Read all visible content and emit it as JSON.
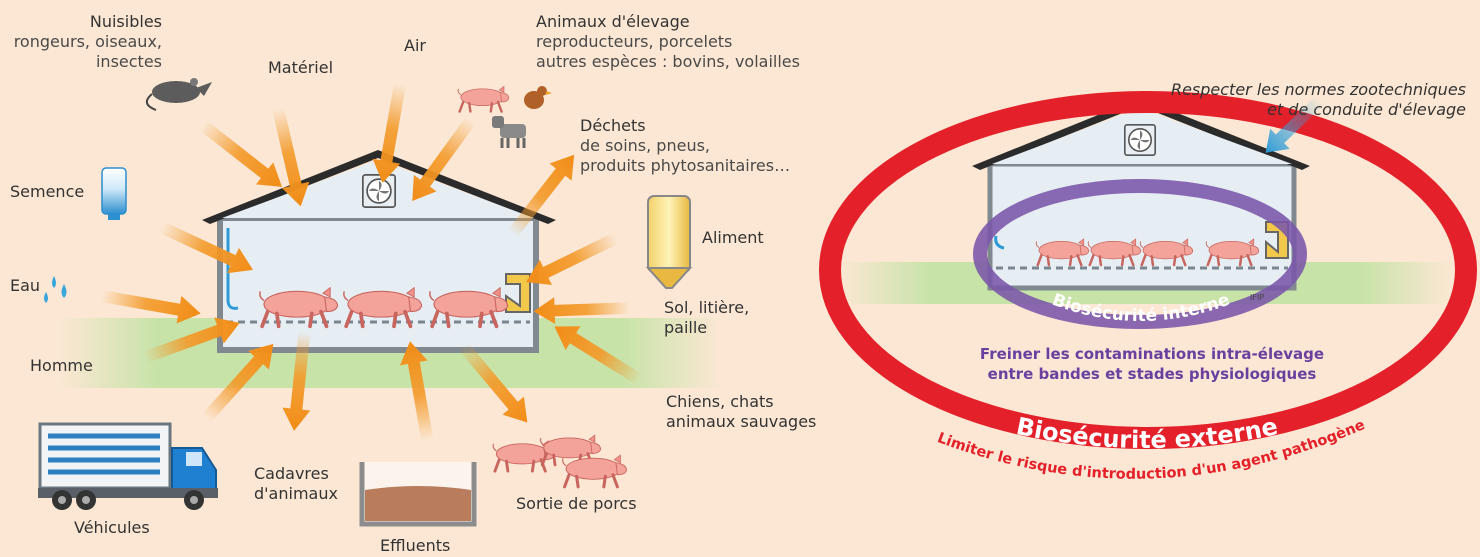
{
  "left": {
    "nuisibles": {
      "title": "Nuisibles",
      "sub1": "rongeurs, oiseaux,",
      "sub2": "insectes"
    },
    "materiel": "Matériel",
    "air": "Air",
    "animaux": {
      "title": "Animaux d'élevage",
      "sub1": "reproducteurs, porcelets",
      "sub2": "autres espèces : bovins, volailles"
    },
    "dechets": {
      "title": "Déchets",
      "sub1": "de soins, pneus,",
      "sub2": "produits phytosanitaires…"
    },
    "semence": "Semence",
    "eau": "Eau",
    "aliment": "Aliment",
    "sol": {
      "l1": "Sol, litière,",
      "l2": "paille"
    },
    "homme": "Homme",
    "chiens": {
      "l1": "Chiens, chats",
      "l2": "animaux sauvages"
    },
    "cadavres": {
      "l1": "Cadavres",
      "l2": "d'animaux"
    },
    "vehicules": "Véhicules",
    "effluents": "Effluents",
    "sortie": "Sortie de porcs"
  },
  "right": {
    "respecter": {
      "l1": "Respecter les normes zootechniques",
      "l2": "et de conduite d'élevage"
    },
    "interne": "Biosécurité interne",
    "freiner": {
      "l1": "Freiner les contaminations intra-élevage",
      "l2": "entre bandes et stades physiologiques"
    },
    "externe": "Biosécurité externe",
    "limiter": "Limiter le risque d'introduction d'un agent pathogène",
    "ifip": "IFIP"
  },
  "colors": {
    "background": "#fbe7d3",
    "arrow": "#f39a2a",
    "red_ring": "#e4202a",
    "purple_ring": "#7a55a8",
    "barn_wall": "#808890",
    "barn_interior": "#e6eef4",
    "pig": "#f4a39a",
    "blue_arrow": "#3aa6dc"
  }
}
